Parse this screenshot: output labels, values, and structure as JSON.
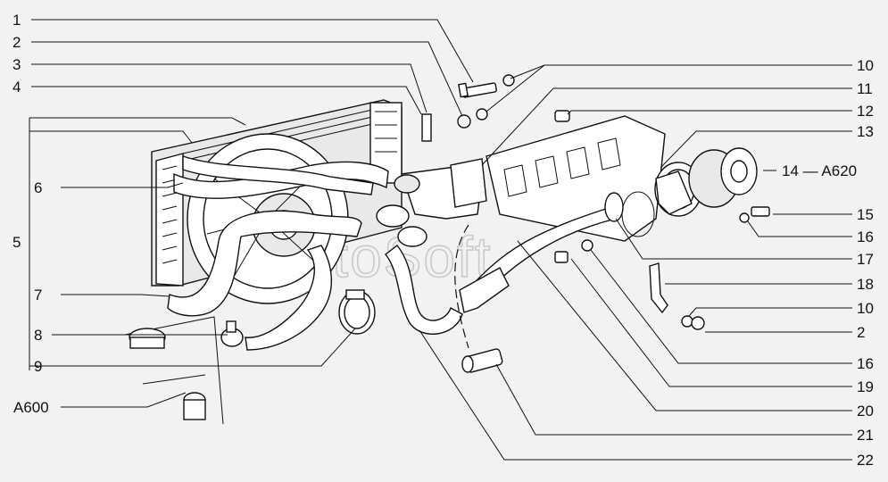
{
  "watermark": "AutoSoft",
  "labels_left": [
    "1",
    "2",
    "3",
    "4",
    "5",
    "6",
    "7",
    "8",
    "9",
    "A600"
  ],
  "labels_right": [
    "10",
    "11",
    "12",
    "13",
    "14 — A620",
    "15",
    "16",
    "17",
    "18",
    "10",
    "2",
    "16",
    "19",
    "20",
    "21",
    "22"
  ]
}
